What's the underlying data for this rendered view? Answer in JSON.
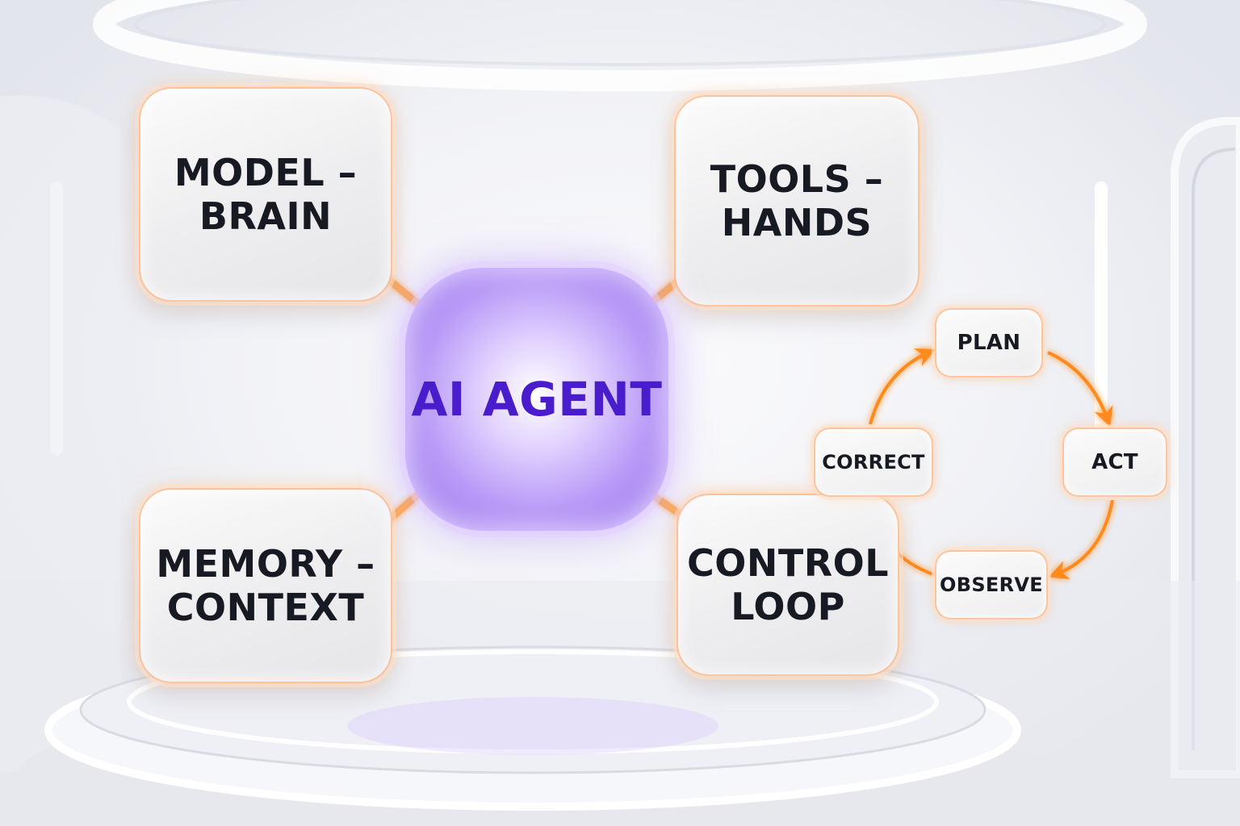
{
  "diagram": {
    "center": {
      "label": "AI AGENT"
    },
    "components": [
      {
        "id": "model",
        "lines": [
          "MODEL –",
          "BRAIN"
        ]
      },
      {
        "id": "tools",
        "lines": [
          "TOOLS –",
          "HANDS"
        ]
      },
      {
        "id": "memory",
        "lines": [
          "MEMORY –",
          "CONTEXT"
        ]
      },
      {
        "id": "control",
        "lines": [
          "CONTROL",
          "LOOP"
        ]
      }
    ],
    "loop_steps": [
      {
        "id": "plan",
        "label": "PLAN"
      },
      {
        "id": "act",
        "label": "ACT"
      },
      {
        "id": "observe",
        "label": "OBSERVE"
      },
      {
        "id": "correct",
        "label": "CORRECT"
      }
    ]
  },
  "colors": {
    "accent_orange": "#ff8a1f",
    "connector_glow": "#ffb15c",
    "agent_purple": "#4a1dcc",
    "text_dark": "#171a22"
  }
}
